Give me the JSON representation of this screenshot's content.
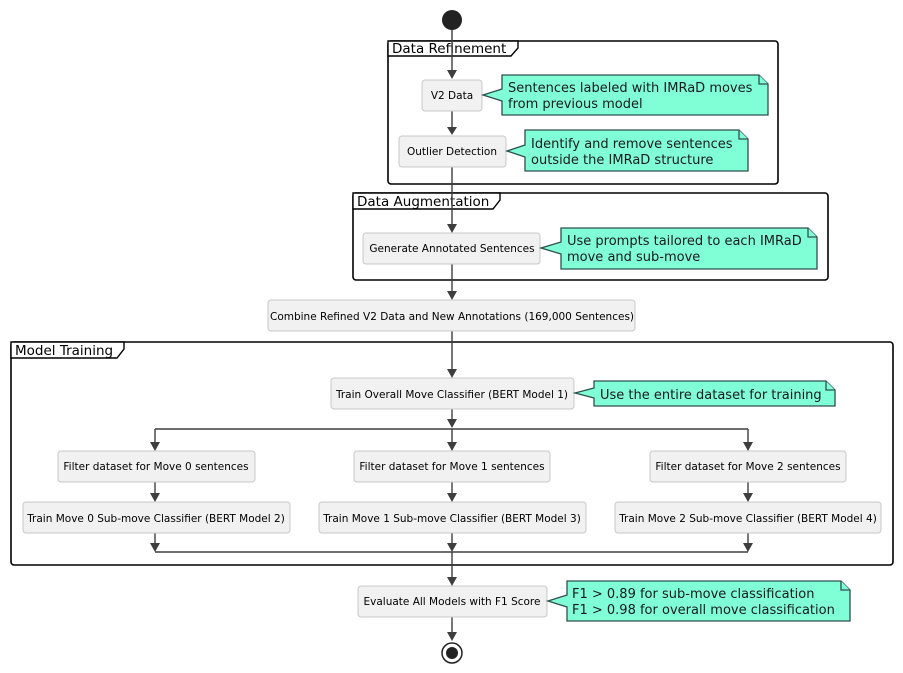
{
  "frames": {
    "refinement": "Data Refinement",
    "augmentation": "Data Augmentation",
    "training": "Model Training"
  },
  "activities": {
    "v2_data": "V2 Data",
    "outlier": "Outlier Detection",
    "generate": "Generate Annotated Sentences",
    "combine": "Combine Refined V2 Data and New Annotations (169,000 Sentences)",
    "train_overall": "Train Overall Move Classifier (BERT Model 1)",
    "filter0": "Filter dataset for Move 0 sentences",
    "filter1": "Filter dataset for Move 1 sentences",
    "filter2": "Filter dataset for Move 2 sentences",
    "train0": "Train Move 0 Sub-move Classifier (BERT Model 2)",
    "train1": "Train Move 1 Sub-move Classifier (BERT Model 3)",
    "train2": "Train Move 2 Sub-move Classifier (BERT Model 4)",
    "evaluate": "Evaluate All Models with F1 Score"
  },
  "notes": {
    "v2_data": [
      "Sentences labeled with IMRaD moves",
      "from previous model"
    ],
    "outlier": [
      "Identify and remove sentences",
      "outside the IMRaD structure"
    ],
    "generate": [
      "Use prompts tailored to each IMRaD",
      "move and sub-move"
    ],
    "train_overall": [
      "Use the entire dataset for training"
    ],
    "evaluate": [
      "F1 > 0.89 for sub-move classification",
      "F1 > 0.98 for overall move classification"
    ]
  }
}
